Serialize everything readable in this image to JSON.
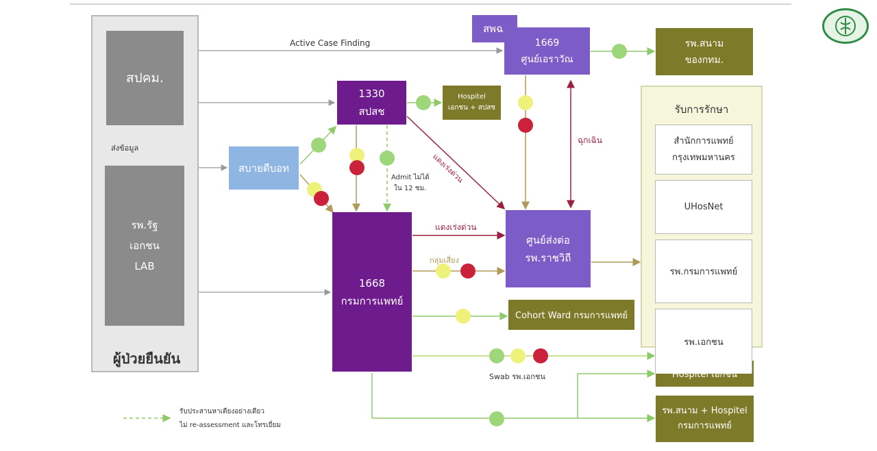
{
  "colors": {
    "green_dot": "#9ed67a",
    "yellow_dot": "#eef27a",
    "red_dot": "#c9223a",
    "olive": "#7d7a2a",
    "purple": "#7c5cc6",
    "dark_purple": "#6e1b8e",
    "arrow_dark_red": "#9b2040",
    "arrow_olive": "#b09a5a",
    "arrow_green": "#90c96a"
  },
  "logo": {
    "icon": "ministry-of-public-health-seal-icon"
  },
  "left_panel": {
    "title": "ผู้ป่วยยืนยัน",
    "spkm": "สปคม.",
    "hospitals": "รพ.รัฐ\nเอกชน\nLAB",
    "send_data": "ส่งข้อมูล"
  },
  "nodes": {
    "sabai": "สบายดีบอท",
    "n1330": "1330\nสปสช",
    "n1668": "1668\nกรมการแพทย์",
    "spd": "สพฉ.",
    "n1669": "1669\nศูนย์เอราวัณ",
    "referral": "ศูนย์ส่งต่อ\nรพ.ราชวิถี",
    "hospitel_nhso": "Hospitel\nเอกชน + สปสช",
    "field_bma": "รพ.สนาม\nของกทม.",
    "cohort": "Cohort Ward กรมการแพทย์",
    "hospitel_private": "Hospitel เอกชน",
    "field_hospitel": "รพ.สนาม + Hospitel\nกรมการแพทย์"
  },
  "treatment": {
    "title": "รับการรักษา",
    "items": [
      "สำนักการแพทย์\nกรุงเทพมหานคร",
      "UHosNet",
      "รพ.กรมการแพทย์",
      "รพ.เอกชน"
    ]
  },
  "labels": {
    "active_case": "Active Case Finding",
    "red_urgent_diag": "แดงเร่งด่วน",
    "emergency": "ฉุกเฉิน",
    "admit_line1": "Admit ไม่ได้",
    "admit_line2": "ใน 12 ชม.",
    "red_urgent": "แดงเร่งด่วน",
    "risk_group": "กลุ่มเสี่ยง",
    "swab": "Swab รพ.เอกชน"
  },
  "legend": {
    "line1": "รับประสานหาเตียงอย่างเดียว",
    "line2": "ไม่ re-assessment และโทรเยี่ยม"
  }
}
